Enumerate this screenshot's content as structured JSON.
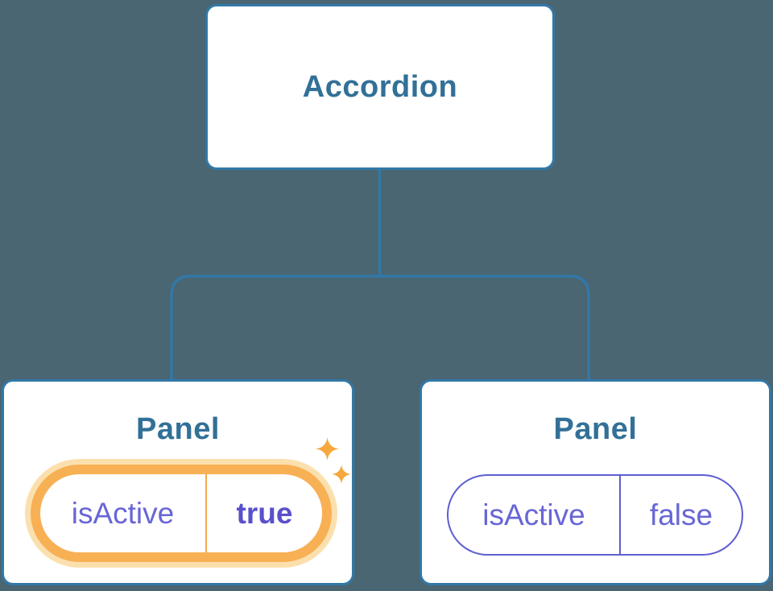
{
  "root_node": {
    "label": "Accordion"
  },
  "panels": [
    {
      "label": "Panel",
      "state": {
        "name": "isActive",
        "value": "true"
      },
      "highlighted": true
    },
    {
      "label": "Panel",
      "state": {
        "name": "isActive",
        "value": "false"
      },
      "highlighted": false
    }
  ],
  "icons": {
    "sparkles": "sparkles-icon"
  },
  "colors": {
    "background": "#4a6672",
    "node_border": "#3278a8",
    "node_title": "#327097",
    "state_text": "#6866d6",
    "state_value_highlight": "#5850cb",
    "state_pill_border": "#5e5ed2",
    "highlight_orange": "#f8b055",
    "highlight_halo": "#fbe0ae",
    "highlight_divider": "#f2a94a",
    "sparkle": "#f6a83d"
  }
}
